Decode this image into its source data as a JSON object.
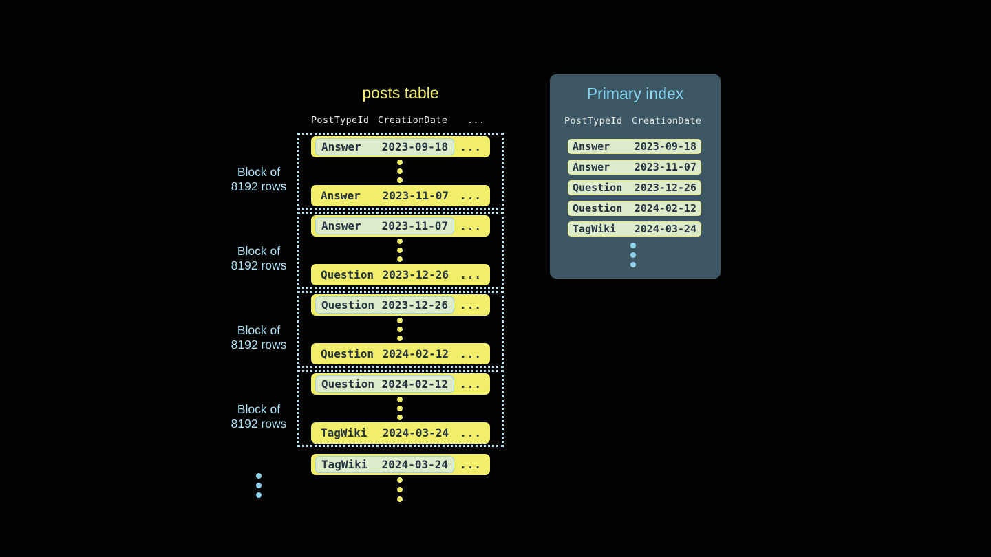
{
  "posts_table": {
    "title": "posts table",
    "columns": [
      "PostTypeId",
      "CreationDate",
      "..."
    ],
    "ellipsis": "...",
    "block_label": [
      "Block of",
      "8192 rows"
    ],
    "blocks": [
      {
        "first": {
          "type": "Answer",
          "date": "2023-09-18"
        },
        "last": {
          "type": "Answer",
          "date": "2023-11-07"
        }
      },
      {
        "first": {
          "type": "Answer",
          "date": "2023-11-07"
        },
        "last": {
          "type": "Question",
          "date": "2023-12-26"
        }
      },
      {
        "first": {
          "type": "Question",
          "date": "2023-12-26"
        },
        "last": {
          "type": "Question",
          "date": "2024-02-12"
        }
      },
      {
        "first": {
          "type": "Question",
          "date": "2024-02-12"
        },
        "last": {
          "type": "TagWiki",
          "date": "2024-03-24"
        }
      }
    ],
    "next_block_first_row": {
      "type": "TagWiki",
      "date": "2024-03-24"
    }
  },
  "primary_index": {
    "title": "Primary index",
    "columns": [
      "PostTypeId",
      "CreationDate"
    ],
    "rows": [
      {
        "type": "Answer",
        "date": "2023-09-18"
      },
      {
        "type": "Answer",
        "date": "2023-11-07"
      },
      {
        "type": "Question",
        "date": "2023-12-26"
      },
      {
        "type": "Question",
        "date": "2024-02-12"
      },
      {
        "type": "TagWiki",
        "date": "2024-03-24"
      }
    ]
  },
  "colors": {
    "background": "#030303",
    "row_yellow": "#f1ee6b",
    "highlight_green": "#dcecca",
    "highlight_border_blue": "#9fd0e0",
    "index_row_border_yellow": "#e9e77c",
    "panel_slate": "#3d5663",
    "accent_blue": "#8fd3ea",
    "text_dark": "#253442",
    "label_blue": "#ade0f4",
    "title_yellow": "#f1ee6b",
    "title_blue": "#84d5f1",
    "header_text": "#e4eae2",
    "block_border_blue": "#b9e2f1"
  }
}
